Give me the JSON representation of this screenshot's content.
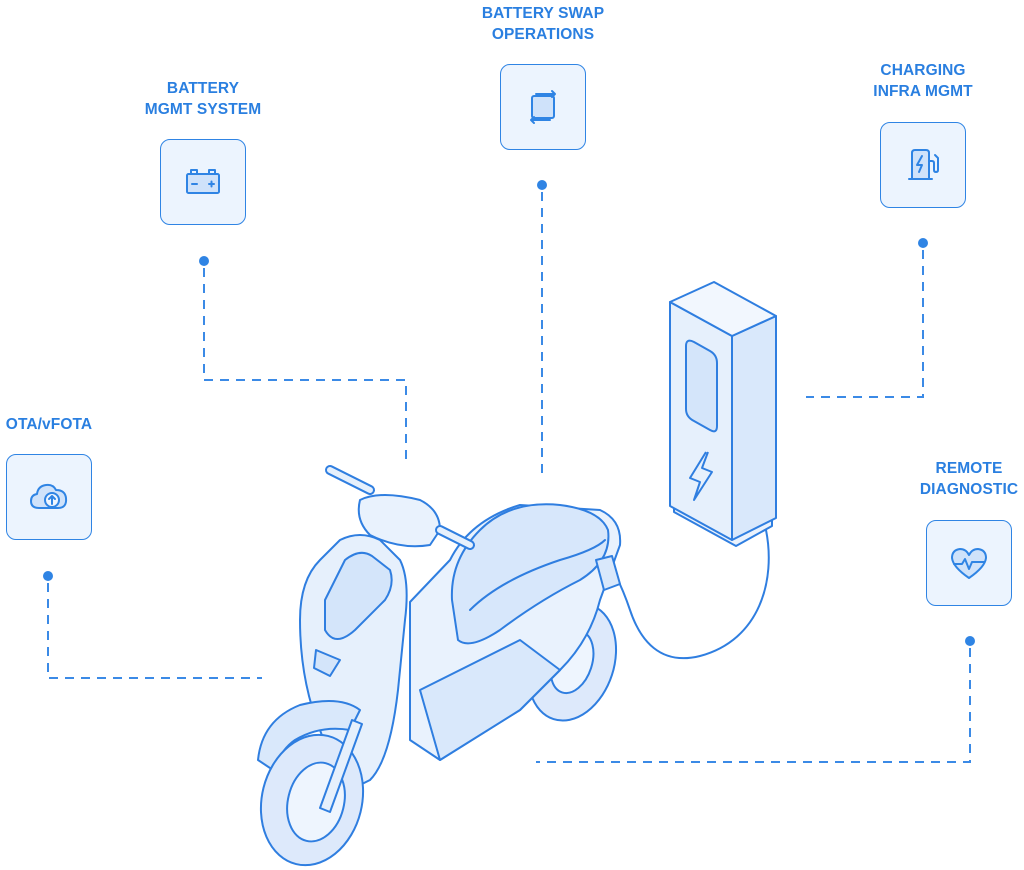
{
  "nodes": {
    "battery_swap": {
      "line1": "BATTERY SWAP",
      "line2": "OPERATIONS",
      "icon": "swap-icon"
    },
    "battery_mgmt": {
      "line1": "BATTERY",
      "line2": "MGMT SYSTEM",
      "icon": "battery-icon"
    },
    "charging": {
      "line1": "CHARGING",
      "line2": "INFRA MGMT",
      "icon": "charging-station-icon"
    },
    "ota": {
      "line1": "OTA/vFOTA",
      "icon": "cloud-upload-icon"
    },
    "remote": {
      "line1": "REMOTE",
      "line2": "DIAGNOSTIC",
      "icon": "heart-pulse-icon"
    }
  },
  "colors": {
    "accent": "#2f84e4",
    "tile_fill": "#ecf4fe",
    "illustration_fill": "#e6f0fc",
    "illustration_stroke": "#2f7ee0"
  }
}
